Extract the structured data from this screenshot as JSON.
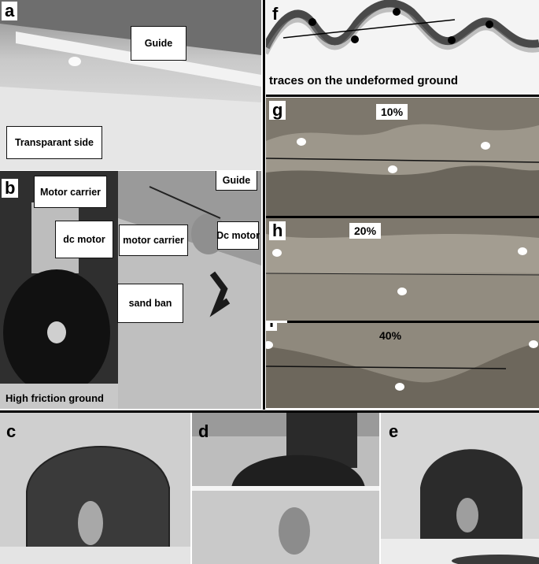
{
  "panels": {
    "a": {
      "label": "a",
      "callouts": [
        "Guide",
        "Transparant side"
      ]
    },
    "b": {
      "label": "b",
      "callouts": [
        "Motor carrier",
        "dc motor",
        "Guide",
        "motor carrier",
        "Dc motor",
        "sand ban",
        "High friction ground"
      ]
    },
    "c": {
      "label": "c"
    },
    "d": {
      "label": "d"
    },
    "e": {
      "label": "e"
    },
    "f": {
      "label": "f",
      "caption": "traces on the undeformed ground"
    },
    "g": {
      "label": "g",
      "percent": "10%"
    },
    "h": {
      "label": "h",
      "percent": "20%"
    },
    "i": {
      "label": "i",
      "percent": "40%"
    }
  },
  "colors": {
    "sand_dark": "#6f6a60",
    "sand_light": "#a9a396",
    "wheel": "#1a1a1a",
    "marker": "#ffffff",
    "frame": "#000000"
  }
}
